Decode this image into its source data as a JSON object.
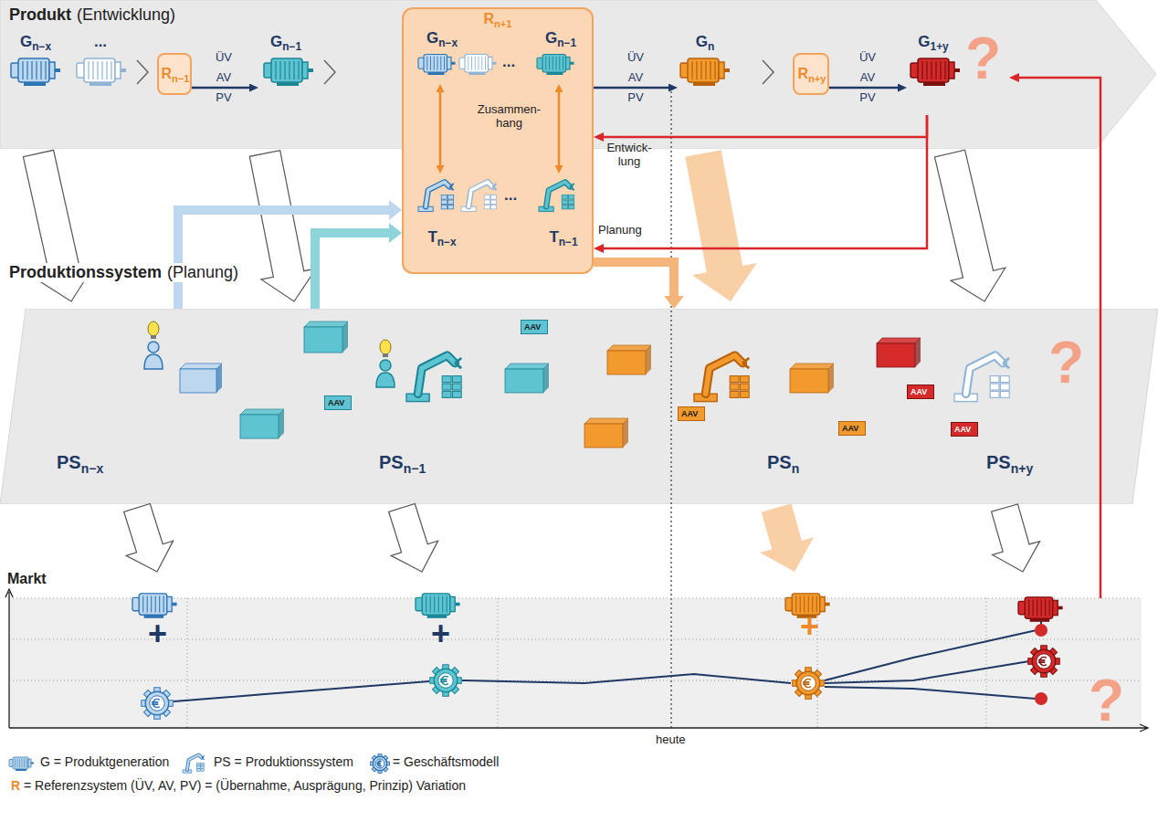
{
  "diagram": {
    "nodes": [
      {
        "text": [
          "Produkt",
          "(Entwicklung)"
        ]
      },
      {
        "text": [
          "Gn−x"
        ],
        "in": 0
      },
      {
        "text": [
          "..."
        ],
        "in": 0
      },
      {
        "text": [
          "Rn−1"
        ],
        "in": 0
      },
      {
        "text": [
          "Gn−1"
        ],
        "in": 0
      },
      {
        "text": [
          "Rn+1"
        ]
      },
      {
        "text": [
          "Gn−x"
        ],
        "in": 5
      },
      {
        "text": [
          "Gn−1"
        ],
        "in": 5
      },
      {
        "text": [
          "Tn−x"
        ],
        "in": 5
      },
      {
        "text": [
          "Tn−1"
        ],
        "in": 5
      },
      {
        "text": [
          "Gn"
        ],
        "in": 0
      },
      {
        "text": [
          "Rn+y"
        ],
        "in": 0
      },
      {
        "text": [
          "G1+y",
          "?"
        ],
        "in": 0
      },
      {
        "text": [
          "Produktionssystem",
          "(Planung)"
        ]
      },
      {
        "text": [
          "AAV"
        ],
        "in": 13
      },
      {
        "text": [
          "AAV"
        ],
        "in": 13
      },
      {
        "text": [
          "AAV"
        ],
        "in": 13
      },
      {
        "text": [
          "AAV"
        ],
        "in": 13
      },
      {
        "text": [
          "AAV"
        ],
        "in": 13
      },
      {
        "text": [
          "AAV"
        ],
        "in": 13
      },
      {
        "text": [
          "Markt"
        ]
      }
    ],
    "edges": [
      {
        "from": 3,
        "to": 4,
        "arrow": "to",
        "label": "ÜV AV PV"
      },
      {
        "from": 5,
        "to": 10,
        "arrow": "to",
        "label": "ÜV AV PV"
      },
      {
        "from": 11,
        "to": 12,
        "arrow": "to",
        "label": "ÜV AV PV"
      },
      {
        "from": 12,
        "to": 5,
        "arrow": "to",
        "label": "Entwick- lung"
      },
      {
        "from": 12,
        "to": 5,
        "arrow": "to"
      },
      {
        "from": 5,
        "to": 13,
        "arrow": "to",
        "label": "Planung"
      },
      {
        "from": 13,
        "to": 5,
        "arrow": "to"
      },
      {
        "from": 13,
        "to": 5,
        "arrow": "to"
      },
      {
        "from": 20,
        "to": 12,
        "arrow": "to"
      },
      {
        "from": 6,
        "to": 8,
        "arrow": "both"
      },
      {
        "from": 7,
        "to": 9,
        "arrow": "both"
      }
    ],
    "labels": [
      "Zusammen- hang",
      "...",
      "...",
      "PSn−x",
      "PSn−1",
      "PSn",
      "PSn+y",
      "+",
      "+",
      "+",
      "?",
      "?",
      "heute"
    ],
    "legend": [
      {
        "text": "G = Produktgeneration"
      },
      {
        "text": "PS = Produktionssystem"
      },
      {
        "text": "= Geschäftsmodell"
      },
      {
        "text": "R = Referenzsystem (ÜV, AV, PV) = (Übernahme, Ausprägung, Prinzip) Variation"
      }
    ]
  }
}
